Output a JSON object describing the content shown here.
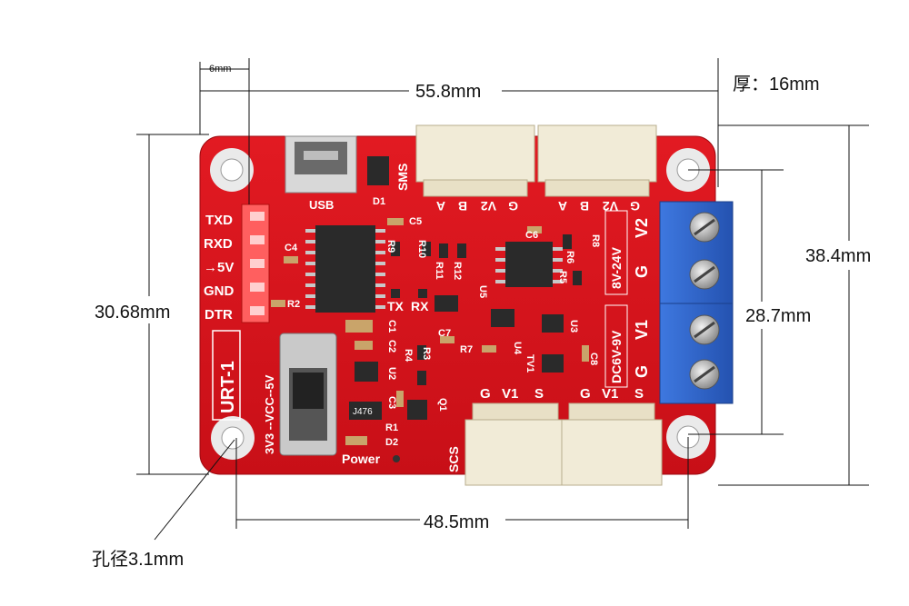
{
  "dimensions": {
    "top_small": "6mm",
    "top_width": "55.8mm",
    "thickness": "厚：16mm",
    "right_height": "38.4mm",
    "right_hole_spacing": "28.7mm",
    "left_height": "30.68mm",
    "bottom_hole_spacing": "48.5mm",
    "hole_diameter": "孔径3.1mm"
  },
  "board": {
    "pin_labels": [
      "TXD",
      "RXD",
      "→5V",
      "GND",
      "DTR"
    ],
    "model": "URT-1",
    "voltage_select": "3V3 --VCC--5V",
    "power_label": "Power",
    "usb_label": "USB",
    "sms_label": "SMS",
    "scs_label": "SCS",
    "sms_pins": [
      "G",
      "V2",
      "B",
      "A"
    ],
    "scs_pins": [
      "G",
      "V1",
      "S"
    ],
    "terminal_labels": [
      "V2",
      "G",
      "V1",
      "G"
    ],
    "range_high": "8V-24V",
    "range_low": "DC6V-9V",
    "tx": "TX",
    "rx": "RX",
    "resistor_code": "J476",
    "components": [
      "C5",
      "C4",
      "R2",
      "C6",
      "R6",
      "R8",
      "R5",
      "R9",
      "R10",
      "R11",
      "R12",
      "U5",
      "C7",
      "R7",
      "U4",
      "U3",
      "TV1",
      "C8",
      "C1",
      "C2",
      "R4",
      "R3",
      "U2",
      "C3",
      "Q1",
      "R1",
      "D2",
      "D1"
    ]
  },
  "colors": {
    "pcb": "#d8131b",
    "silkscreen": "#ffffff",
    "connector": "#f1ebd7",
    "terminal": "#2d63c8"
  }
}
